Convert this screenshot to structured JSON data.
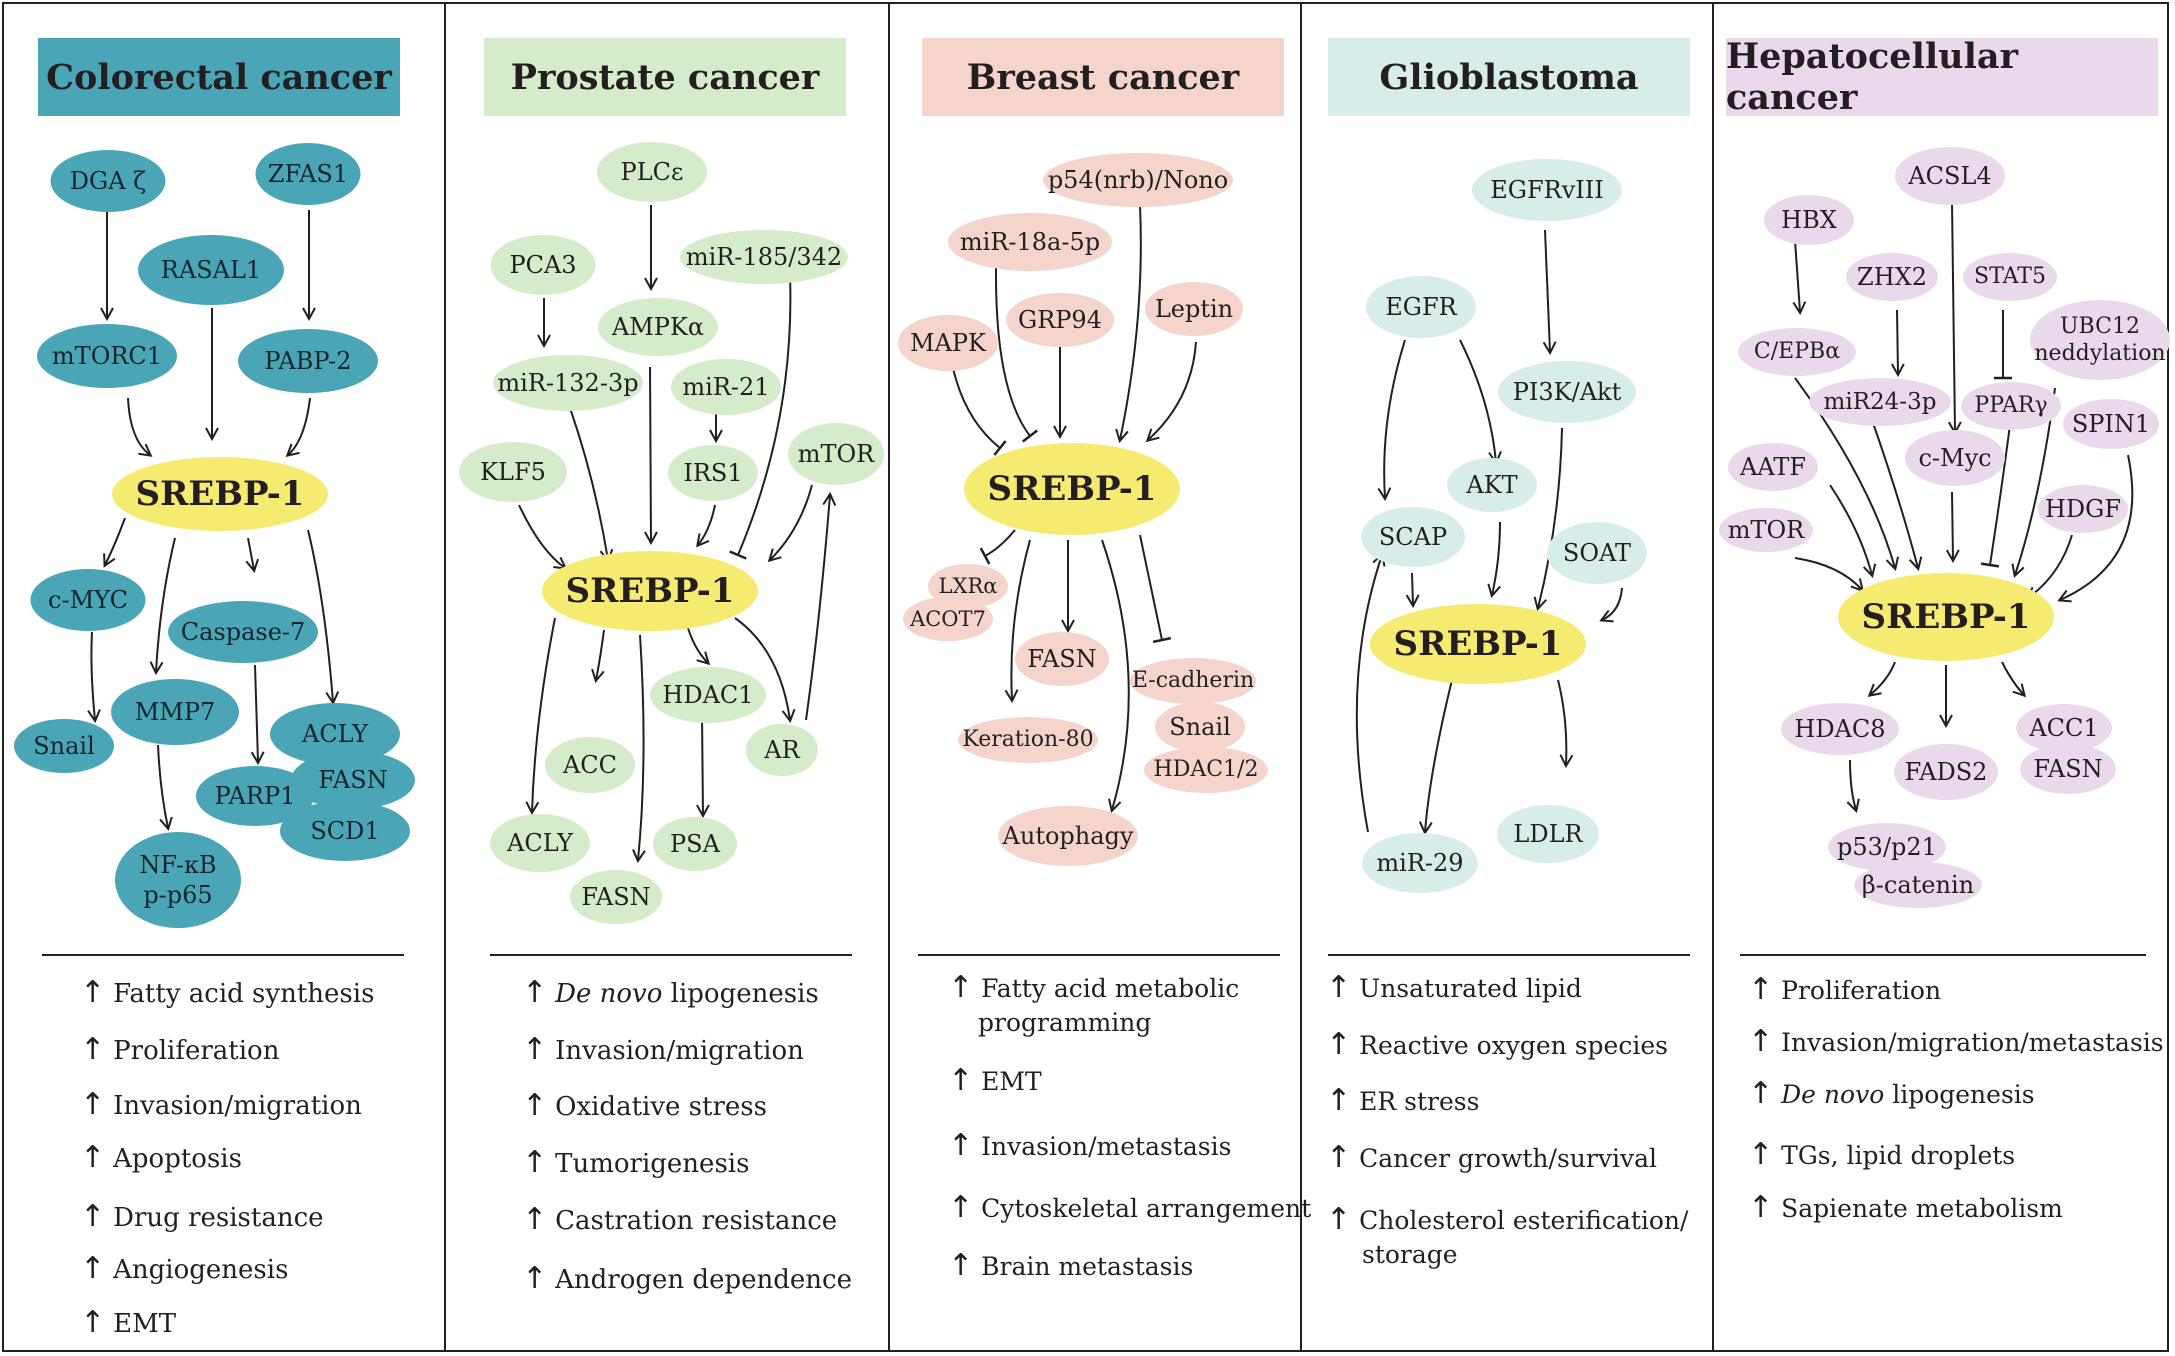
{
  "colors": {
    "colorectal": "#4aa6b6",
    "prostate": "#d4ecc9",
    "breast": "#f4d4cb",
    "glioblastoma": "#d7ede9",
    "hepatocellular": "#ead9ea",
    "srebp": "#f5eb71",
    "line": "#231f20"
  },
  "center_label": "SREBP-1",
  "up_arrow": "↑",
  "panels": [
    {
      "title": "Colorectal cancer",
      "nodes": [
        "DGA ζ",
        "ZFAS1",
        "RASAL1",
        "mTORC1",
        "PABP-2",
        "c-MYC",
        "Caspase-7",
        "MMP7",
        "Snail",
        "ACLY",
        "FASN",
        "PARP1",
        "SCD1",
        "NF-κB",
        "p-p65"
      ],
      "outcomes": [
        "Fatty acid synthesis",
        "Proliferation",
        "Invasion/migration",
        "Apoptosis",
        "Drug resistance",
        "Angiogenesis",
        "EMT"
      ]
    },
    {
      "title": "Prostate cancer",
      "nodes": [
        "PLCε",
        "PCA3",
        "miR-185/342",
        "AMPKα",
        "miR-132-3p",
        "miR-21",
        "KLF5",
        "IRS1",
        "mTOR",
        "HDAC1",
        "ACC",
        "AR",
        "ACLY",
        "PSA",
        "FASN"
      ],
      "outcomes": [
        "De novo",
        " lipogenesis",
        "Invasion/migration",
        "Oxidative stress",
        "Tumorigenesis",
        "Castration resistance",
        "Androgen dependence"
      ]
    },
    {
      "title": "Breast cancer",
      "nodes": [
        "p54(nrb)/Nono",
        "miR-18a-5p",
        "GRP94",
        "Leptin",
        "MAPK",
        "LXRα",
        "ACOT7",
        "FASN",
        "E-cadherin",
        "Snail",
        "HDAC1/2",
        "Keration-80",
        "Autophagy"
      ],
      "outcomes": [
        "Fatty acid metabolic",
        "programming",
        "EMT",
        "Invasion/metastasis",
        "Cytoskeletal arrangement",
        "Brain metastasis"
      ]
    },
    {
      "title": "Glioblastoma",
      "nodes": [
        "EGFRvIII",
        "EGFR",
        "PI3K/Akt",
        "AKT",
        "SCAP",
        "SOAT",
        "miR-29",
        "LDLR"
      ],
      "outcomes": [
        "Unsaturated lipid",
        "Reactive oxygen species",
        "ER stress",
        "Cancer growth/survival",
        "Cholesterol esterification/",
        "storage"
      ]
    },
    {
      "title": "Hepatocellular cancer",
      "nodes": [
        "ACSL4",
        "HBX",
        "ZHX2",
        "STAT5",
        "UBC12",
        "neddylation",
        "C/EPBα",
        "miR24-3p",
        "PPARγ",
        "SPIN1",
        "AATF",
        "c-Myc",
        "HDGF",
        "mTOR",
        "HDAC8",
        "FADS2",
        "ACC1",
        "FASN",
        "p53/p21",
        "β-catenin"
      ],
      "outcomes": [
        "Proliferation",
        "Invasion/migration/metastasis",
        "De novo",
        " lipogenesis",
        "TGs, lipid droplets",
        "Sapienate metabolism"
      ]
    }
  ]
}
